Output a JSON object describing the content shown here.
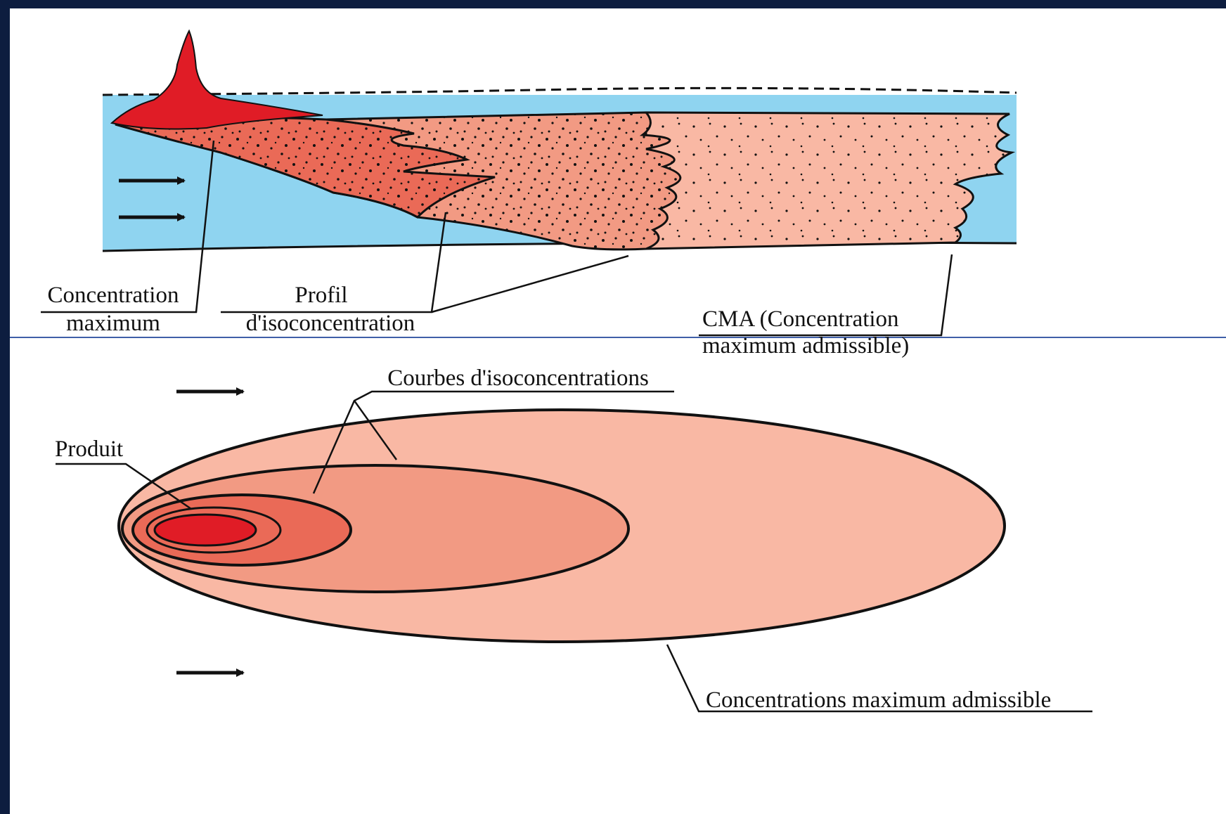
{
  "top_diagram": {
    "label_concentration_maximum": [
      "Concentration",
      "maximum"
    ],
    "label_profil": [
      "Profil",
      "d'isoconcentration"
    ],
    "label_cma": [
      "CMA (Concentration",
      "maximum admissible)"
    ]
  },
  "bottom_diagram": {
    "label_courbes": "Courbes d'isoconcentrations",
    "label_produit": "Produit",
    "label_concentrations_admissible": "Concentrations maximum admissible"
  },
  "colors": {
    "background_frame": "#0d1d3f",
    "water": "#8fd4f0",
    "product_red": "#e01c26",
    "zone_dark": "#ea6a57",
    "zone_medium": "#f29a83",
    "zone_light": "#f9b8a4",
    "divider": "#3f5fa8"
  }
}
